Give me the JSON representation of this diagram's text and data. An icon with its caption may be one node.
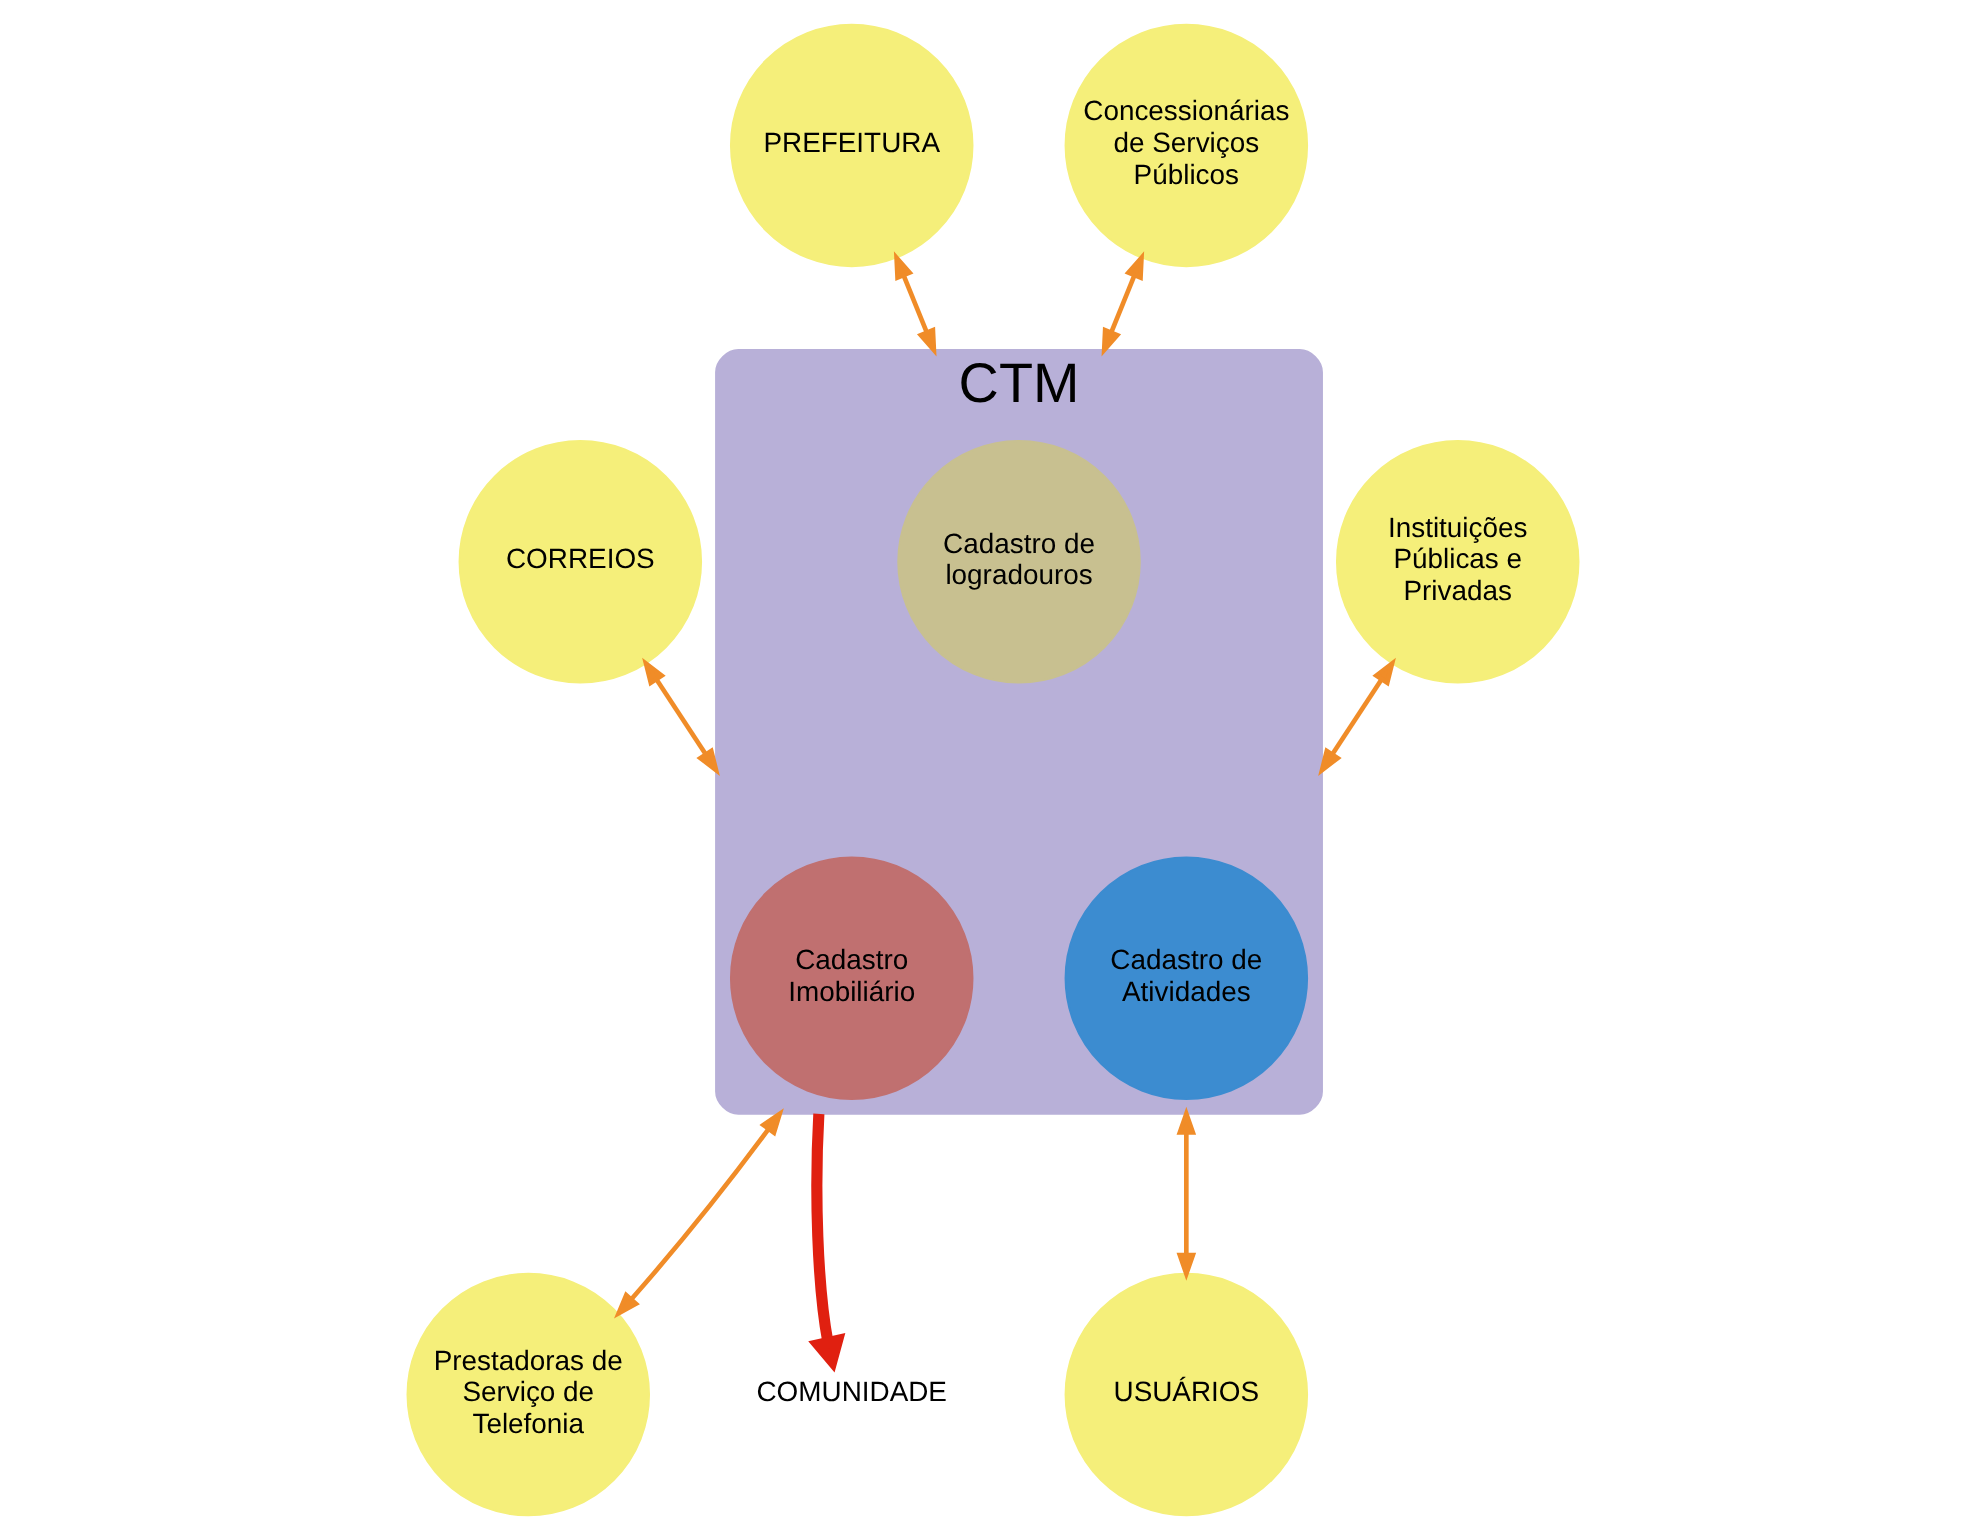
{
  "diagram": {
    "nodes": [
      {
        "text": [
          "CTM"
        ]
      },
      {
        "text": [
          "Cadastro de logradouros"
        ],
        "in": 0
      },
      {
        "text": [
          "Cadastro Imobiliário"
        ],
        "in": 0
      },
      {
        "text": [
          "Cadastro de Atividades"
        ],
        "in": 0
      },
      {
        "text": [
          "PREFEITURA"
        ]
      },
      {
        "text": [
          "Concessionárias de Serviços Públicos"
        ]
      },
      {
        "text": [
          "CORREIOS"
        ]
      },
      {
        "text": [
          "Instituições Públicas e Privadas"
        ]
      },
      {
        "text": [
          "Prestadoras de Serviço de Telefonia"
        ]
      },
      {
        "text": [
          "USUÁRIOS"
        ]
      },
      {
        "text": [
          "COMUNIDADE"
        ]
      }
    ],
    "edges": [
      {
        "from": 4,
        "to": 0,
        "arrow": "both"
      },
      {
        "from": 5,
        "to": 0,
        "arrow": "both"
      },
      {
        "from": 6,
        "to": 0,
        "arrow": "both"
      },
      {
        "from": 7,
        "to": 0,
        "arrow": "both"
      },
      {
        "from": 8,
        "to": 0,
        "arrow": "both"
      },
      {
        "from": 9,
        "to": 0,
        "arrow": "both"
      },
      {
        "from": 0,
        "to": 10,
        "arrow": "to",
        "style": "thick",
        "color": "#e02010"
      }
    ]
  }
}
